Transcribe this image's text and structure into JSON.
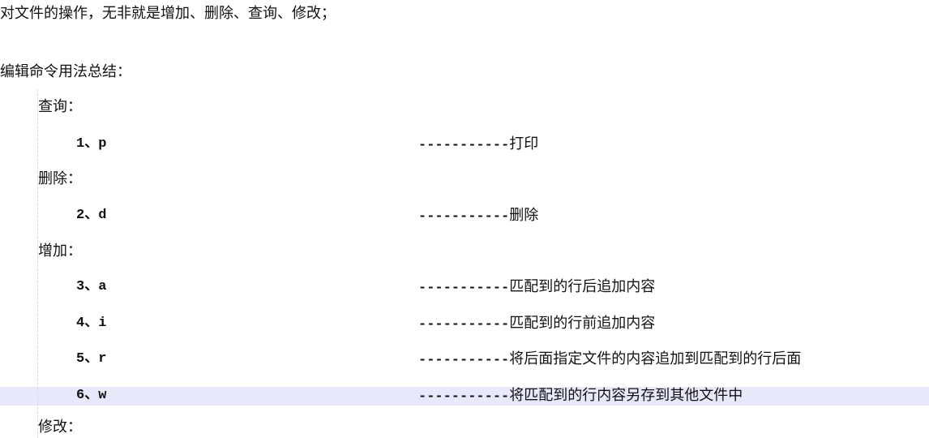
{
  "intro": "对文件的操作，无非就是增加、删除、查询、修改；",
  "summary_title": "编辑命令用法总结：",
  "sections": [
    {
      "title": "查询：",
      "items": [
        {
          "cmd": "1、p",
          "dash": "-----------",
          "desc": "打印"
        }
      ]
    },
    {
      "title": "删除：",
      "items": [
        {
          "cmd": "2、d",
          "dash": "-----------",
          "desc": "删除"
        }
      ]
    },
    {
      "title": "增加：",
      "items": [
        {
          "cmd": "3、a",
          "dash": "-----------",
          "desc": "匹配到的行后追加内容"
        },
        {
          "cmd": "4、i",
          "dash": "-----------",
          "desc": "匹配到的行前追加内容"
        },
        {
          "cmd": "5、r",
          "dash": "-----------",
          "desc": "将后面指定文件的内容追加到匹配到的行后面"
        },
        {
          "cmd": "6、w",
          "dash": "-----------",
          "desc": "将匹配到的行内容另存到其他文件中"
        }
      ]
    },
    {
      "title": "修改："
    }
  ]
}
